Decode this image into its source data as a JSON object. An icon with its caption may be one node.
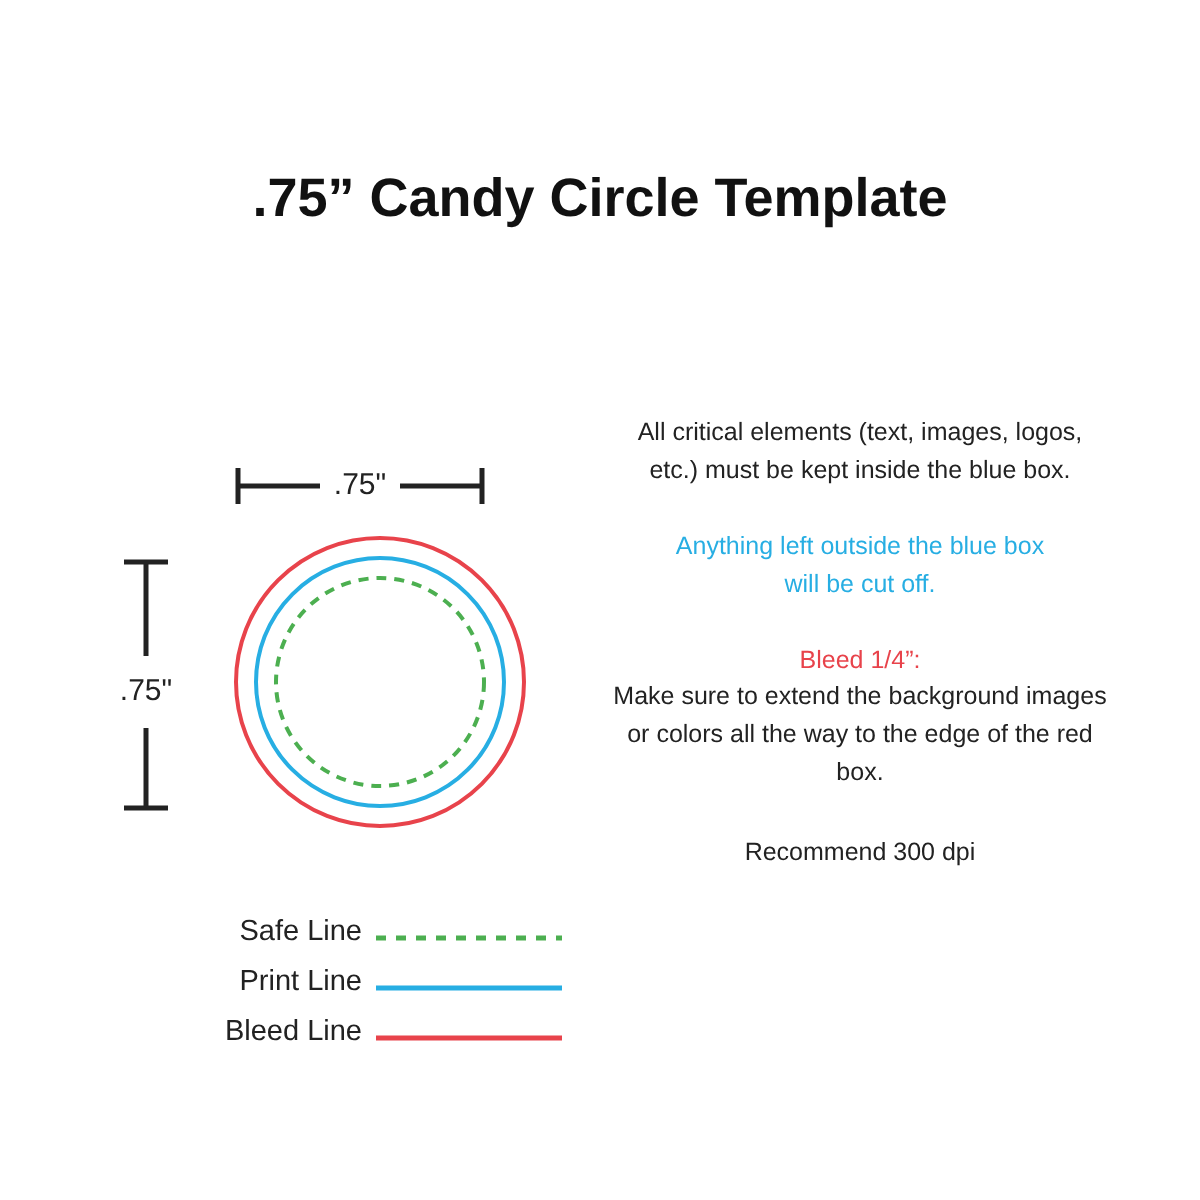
{
  "diagram": {
    "title": ".75” Candy Circle Template",
    "labels": [
      ".75\"",
      ".75\"",
      "All critical elements (text, images, logos, etc.) must be kept inside the blue box.",
      "Anything left outside the blue box will be cut off.",
      "Bleed 1/4”:",
      "Make sure to extend the background images or colors all the way to the edge of the red box.",
      "Recommend 300 dpi"
    ],
    "legend": [
      {
        "text": "Safe Line"
      },
      {
        "text": "Print Line"
      },
      {
        "text": "Bleed Line"
      }
    ]
  }
}
